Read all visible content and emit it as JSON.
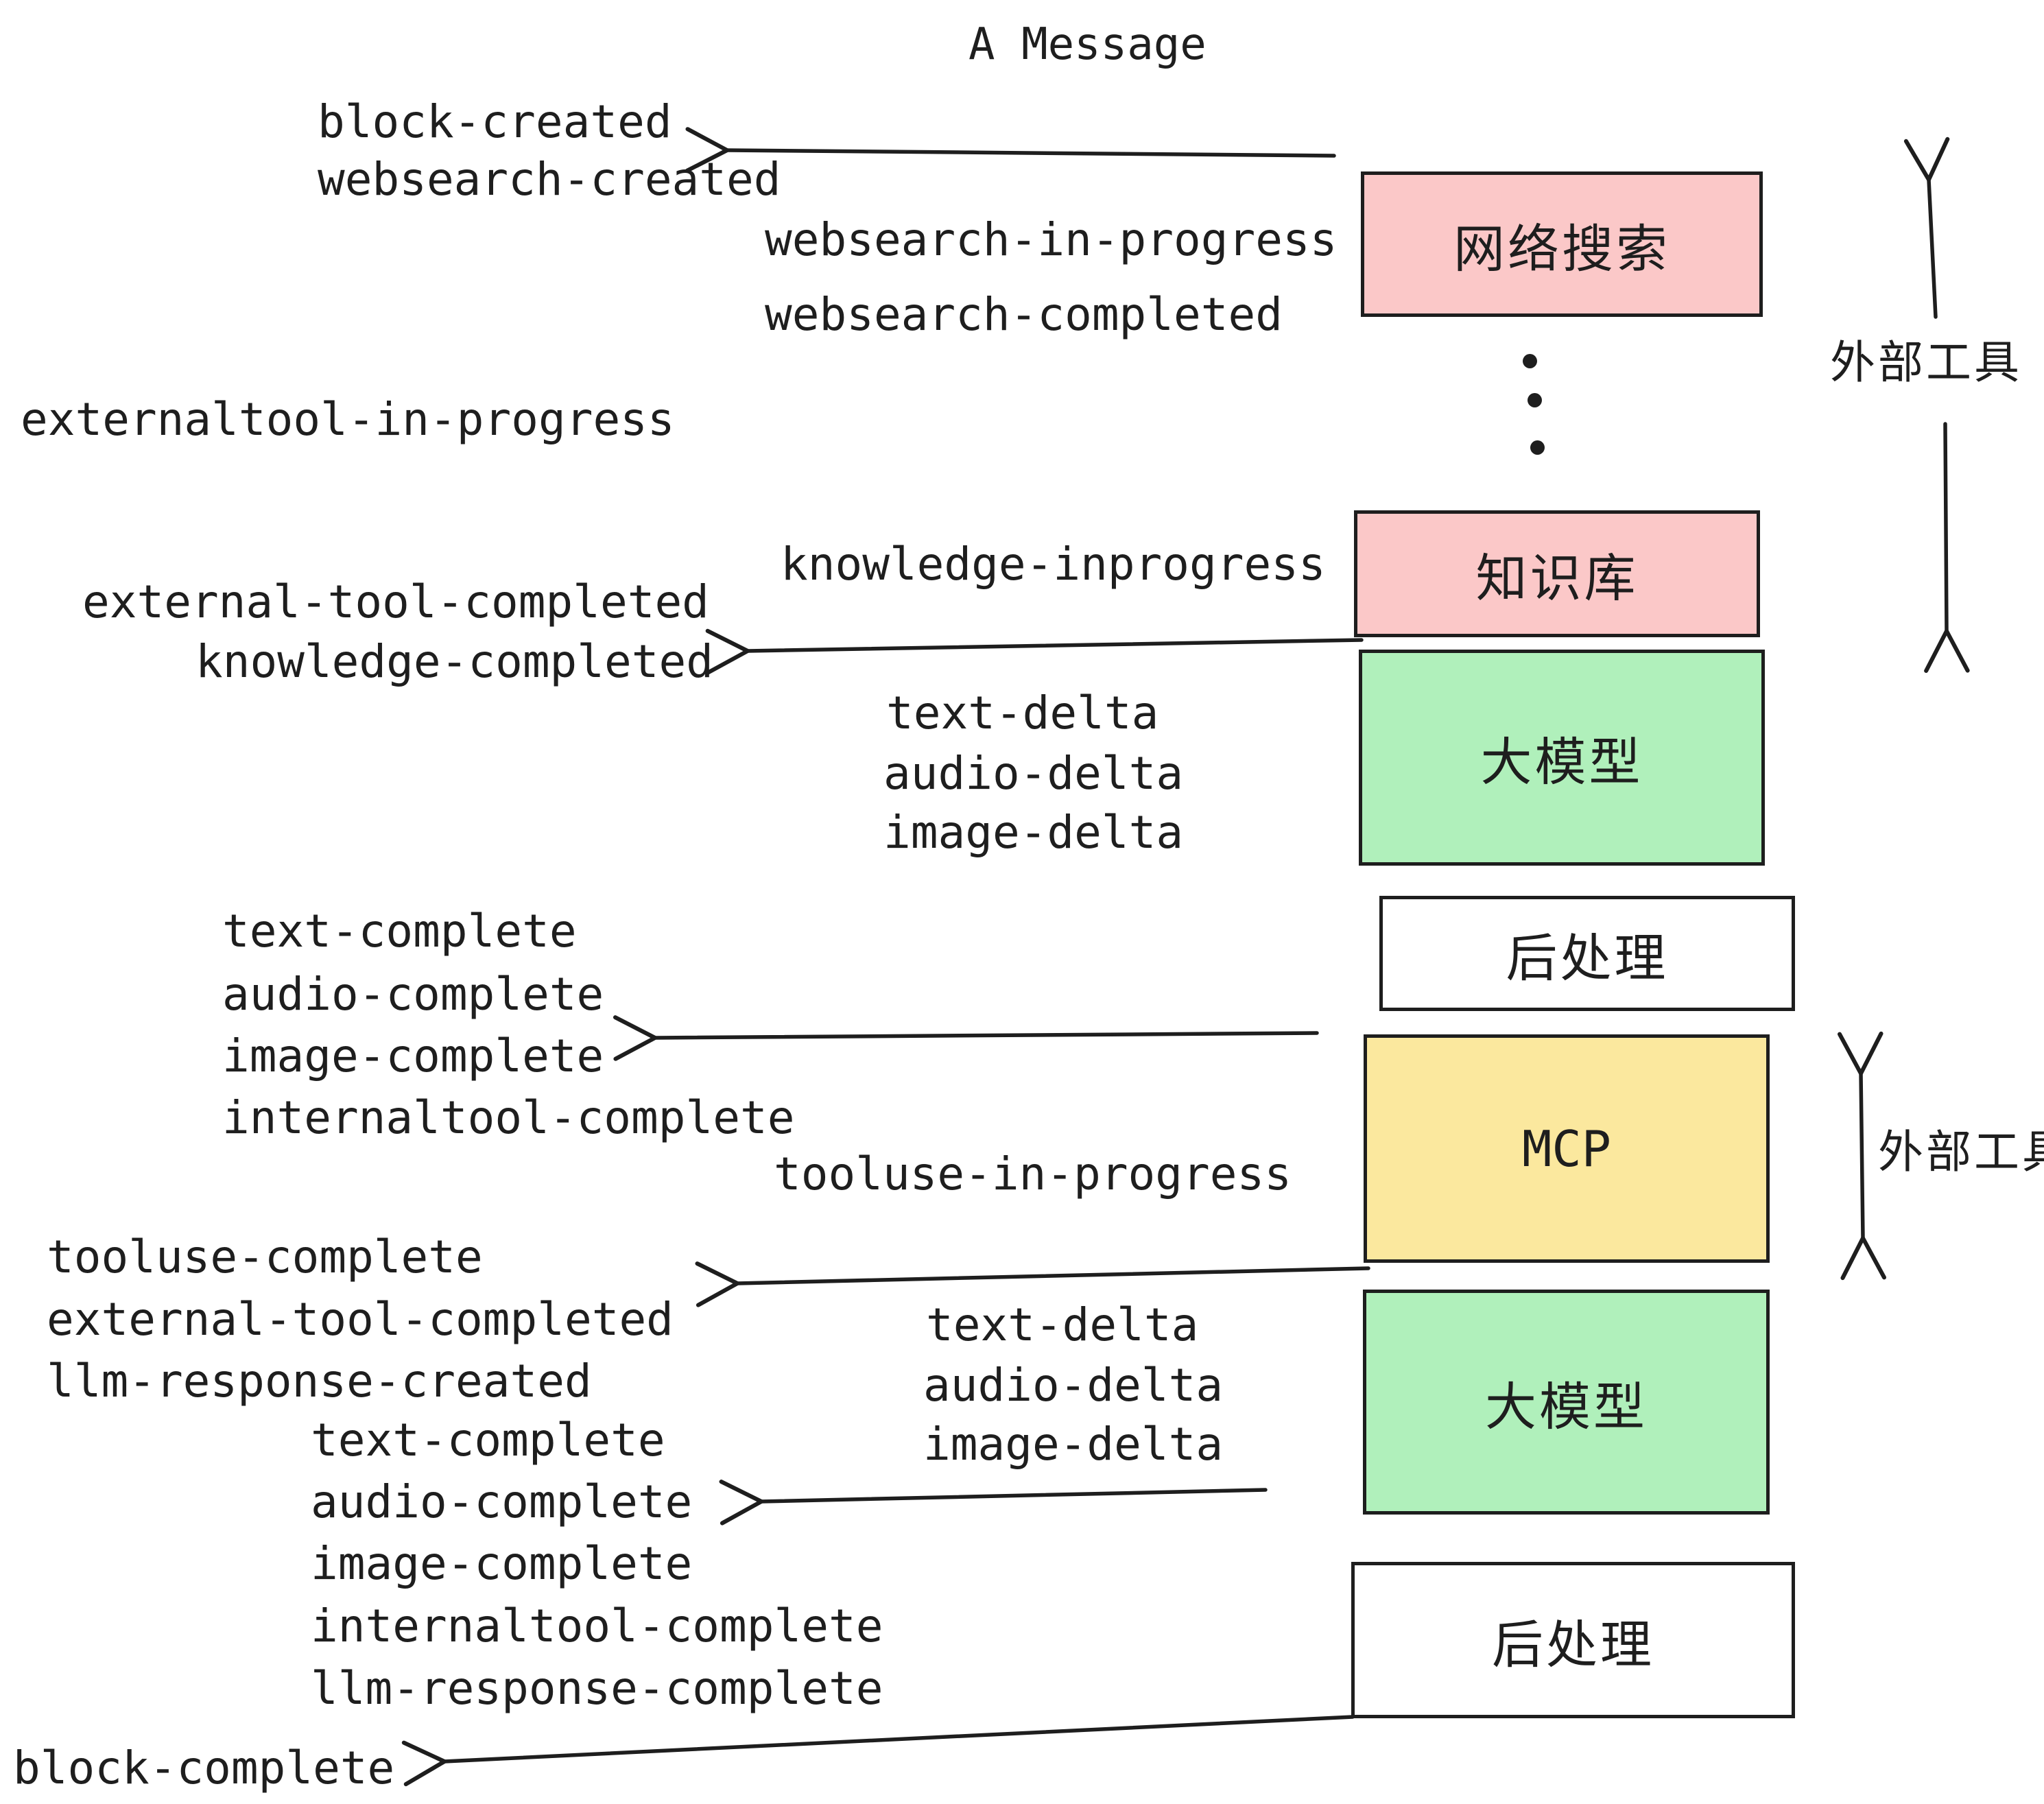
{
  "title": "A Message",
  "colors": {
    "ink": "#1e1e1e",
    "pink": "#fbc8c8",
    "green": "#b0f0bb",
    "yellow": "#fbe89e",
    "white": "#ffffff"
  },
  "events": [
    "block-created",
    "websearch-created",
    "websearch-in-progress",
    "websearch-completed",
    "externaltool-in-progress",
    "knowledge-inprogress",
    "external-tool-completed",
    "knowledge-completed",
    "text-delta",
    "audio-delta",
    "image-delta",
    "text-complete",
    "audio-complete",
    "image-complete",
    "internaltool-complete",
    "tooluse-in-progress",
    "tooluse-complete",
    "external-tool-completed",
    "llm-response-created",
    "text-complete",
    "audio-complete",
    "image-complete",
    "internaltool-complete",
    "llm-response-complete",
    "block-complete",
    "text-delta",
    "audio-delta",
    "image-delta"
  ],
  "boxes": [
    {
      "id": "websearch",
      "label": "网络搜索",
      "fill": "pink"
    },
    {
      "id": "knowledge",
      "label": "知识库",
      "fill": "pink"
    },
    {
      "id": "llm-1",
      "label": "大模型",
      "fill": "green"
    },
    {
      "id": "postproc-1",
      "label": "后处理",
      "fill": "white"
    },
    {
      "id": "mcp",
      "label": "MCP",
      "fill": "yellow"
    },
    {
      "id": "llm-2",
      "label": "大模型",
      "fill": "green"
    },
    {
      "id": "postproc-2",
      "label": "后处理",
      "fill": "white"
    }
  ],
  "side_labels": [
    {
      "text": "外部工具"
    },
    {
      "text": "外部工具"
    }
  ],
  "icons": {
    "vertical_ellipsis": "three-dots-vertical"
  }
}
